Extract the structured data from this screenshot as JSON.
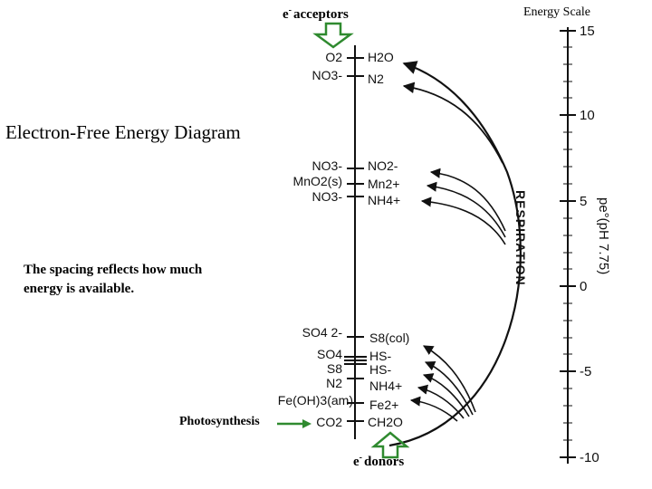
{
  "title": "Electron-Free Energy Diagram",
  "note": "The spacing reflects how much energy is available.",
  "acceptors": {
    "sup": "-",
    "label": "acceptors",
    "prefix": "e"
  },
  "donors": {
    "sup": "-",
    "label": "donors",
    "prefix": "e"
  },
  "photosynthesis": "Photosynthesis",
  "scale": {
    "title": "Energy Scale",
    "axis_label": "pe°(pH 7.75)",
    "ticks": [
      "15",
      "10",
      "5",
      "0",
      "-5",
      "-10"
    ]
  },
  "respiration": "RESPIRATION",
  "couples": {
    "left": [
      "O2",
      "NO3-",
      "NO3-",
      "MnO2(s)",
      "NO3-",
      "SO4 2-",
      "SO4",
      "S8",
      "N2",
      "Fe(OH)3(am)",
      "CO2"
    ],
    "right": [
      "H2O",
      "N2",
      "NO2-",
      "Mn2+",
      "NH4+",
      "S8(col)",
      "HS-",
      "HS-",
      "NH4+",
      "Fe2+",
      "CH2O"
    ]
  },
  "colors": {
    "arrow_green": "#2f8a2f",
    "ink": "#111111"
  }
}
